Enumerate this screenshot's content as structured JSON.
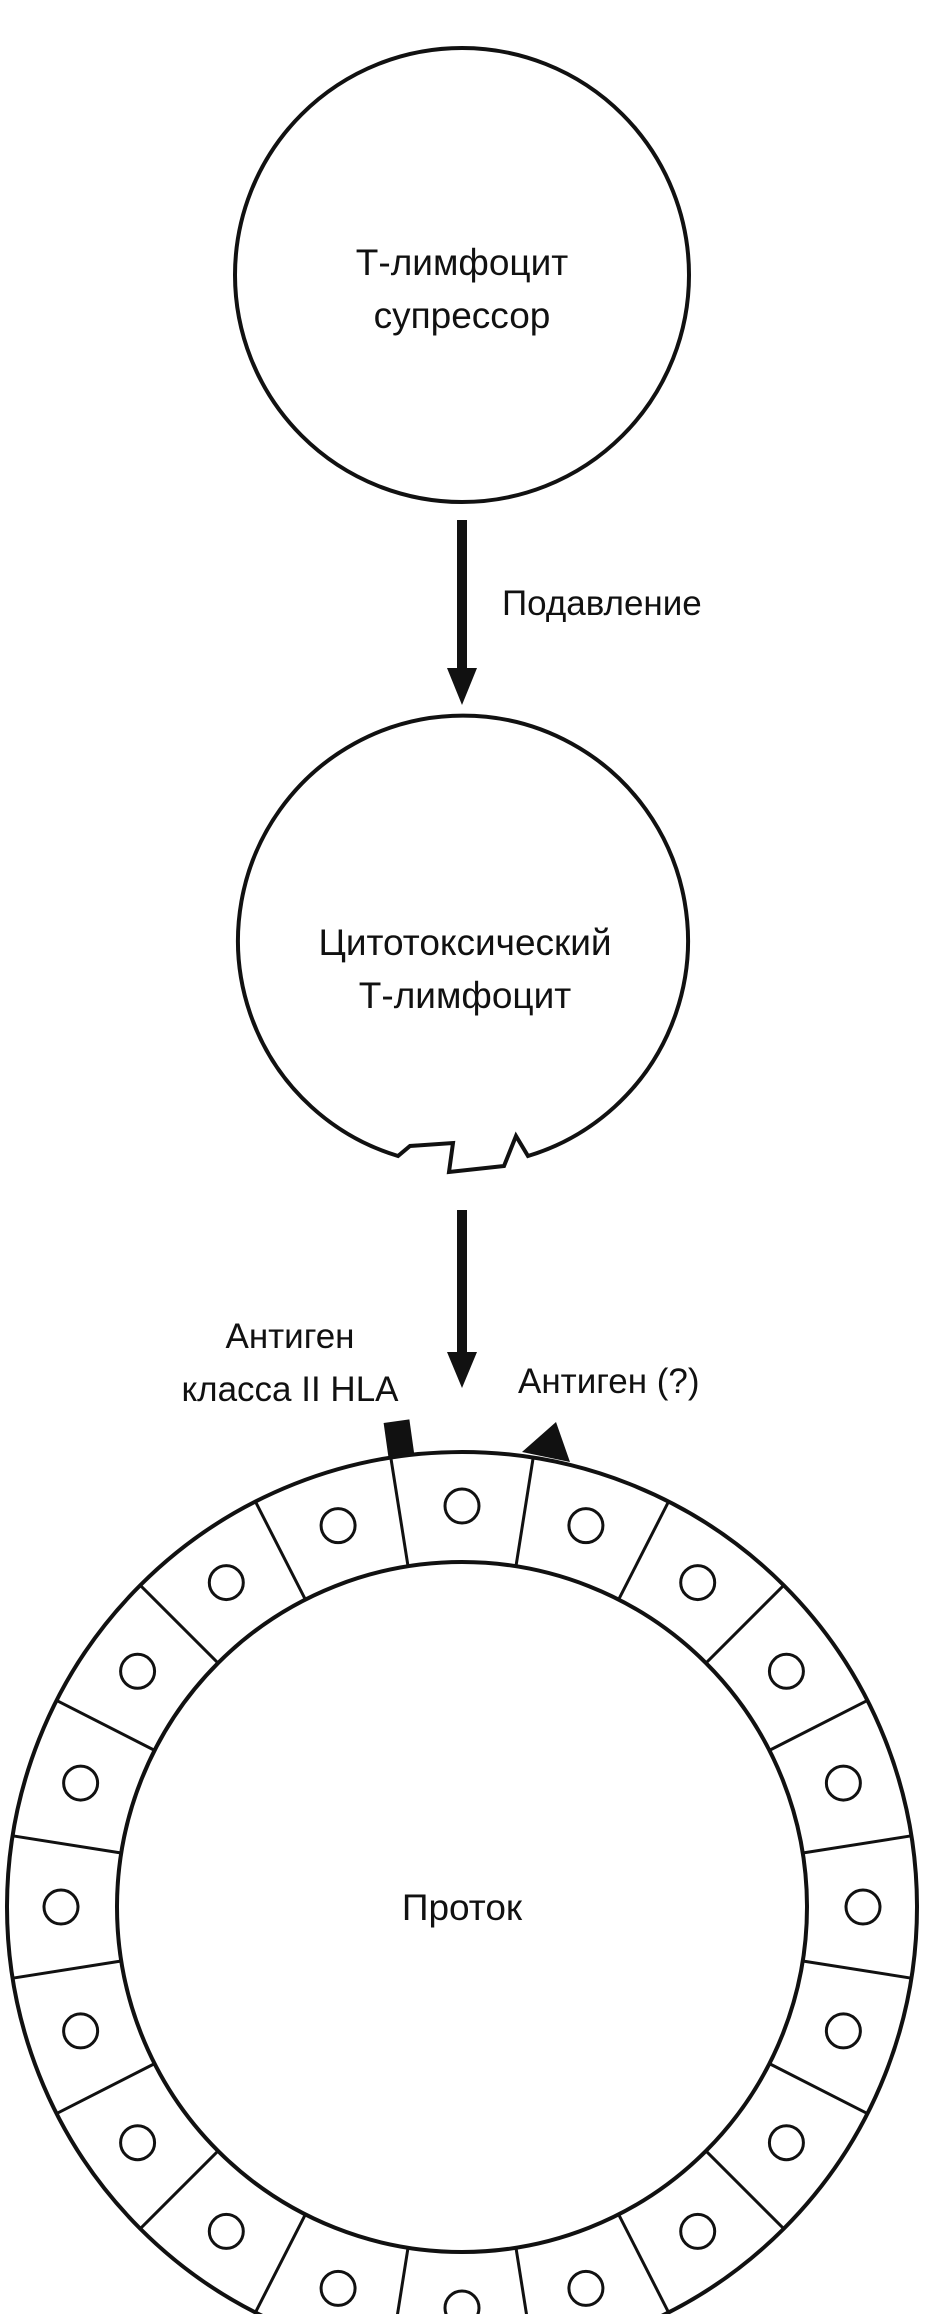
{
  "suppressor_cell": {
    "line1": "Т-лимфоцит",
    "line2": "супрессор"
  },
  "suppression_label": "Подавление",
  "cytotoxic_cell": {
    "line1": "Цитотоксический",
    "line2": "Т-лимфоцит"
  },
  "antigen_hla": {
    "line1": "Антиген",
    "line2": "класса II HLA"
  },
  "antigen_unknown": "Антиген (?)",
  "duct_label": "Проток",
  "duct_cell_count": 20,
  "colors": {
    "ink": "#111111",
    "background": "#ffffff"
  }
}
